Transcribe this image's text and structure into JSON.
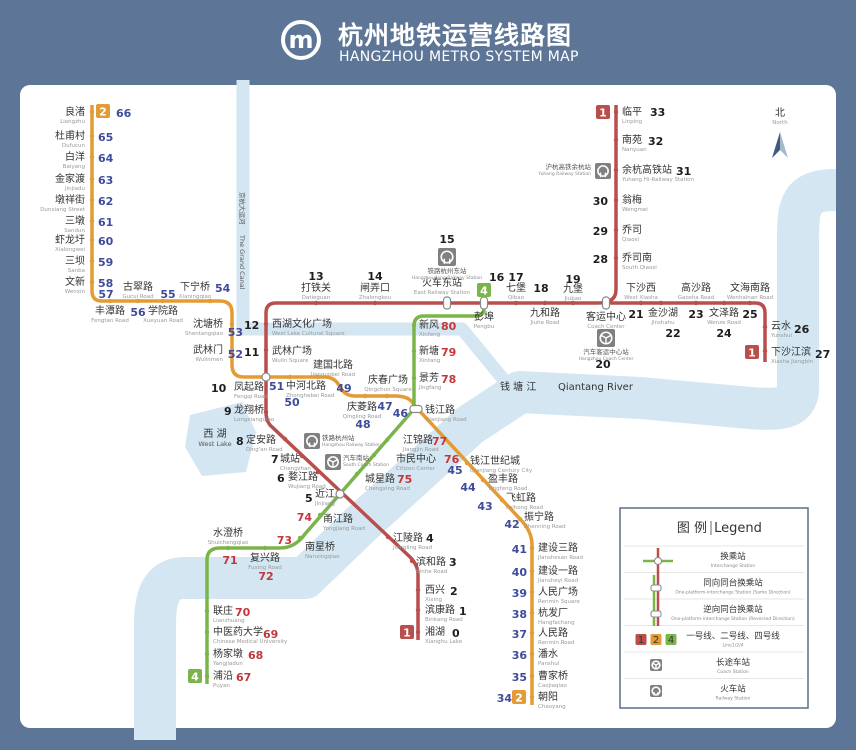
{
  "header": {
    "logo_text": "m",
    "title_zh": "杭州地铁运营线路图",
    "title_en": "HANGZHOU METRO SYSTEM MAP"
  },
  "colors": {
    "line1": "#b94f4c",
    "line2": "#e59b34",
    "line4": "#7bb54a",
    "water": "#d3e6f1",
    "background": "#5d7596",
    "num1": "#1e1e1e",
    "num2": "#3e4c9c",
    "num4": "#c3363a"
  },
  "compass": {
    "zh": "北",
    "en": "North"
  },
  "water": {
    "canal_zh": "京杭大运河",
    "canal_en": "The Grand Canal",
    "river_zh": "钱 塘 江",
    "river_en": "Qiantang River",
    "lake_zh": "西 湖",
    "lake_en": "West Lake"
  },
  "badges": {
    "line1": "1",
    "line2": "2",
    "line4": "4"
  },
  "lines": {
    "line1": [
      {
        "num": "0",
        "zh": "湘湖",
        "en": "Xianghu Lake"
      },
      {
        "num": "1",
        "zh": "滨康路",
        "en": "Binkang Road"
      },
      {
        "num": "2",
        "zh": "西兴",
        "en": "Xixing"
      },
      {
        "num": "3",
        "zh": "滨和路",
        "en": "Binhe Road"
      },
      {
        "num": "4",
        "zh": "江陵路",
        "en": "Jiangling Road"
      },
      {
        "num": "5",
        "zh": "近江",
        "en": "Jinjiang"
      },
      {
        "num": "6",
        "zh": "婺江路",
        "en": "Wujiang Road"
      },
      {
        "num": "7",
        "zh": "城站",
        "en": "Chengzhan"
      },
      {
        "num": "8",
        "zh": "定安路",
        "en": "Ding'an Road"
      },
      {
        "num": "9",
        "zh": "龙翔桥",
        "en": "Longxiangqiao"
      },
      {
        "num": "10",
        "zh": "凤起路",
        "en": "Fengqi Road"
      },
      {
        "num": "11",
        "zh": "武林广场",
        "en": "Wulin Square"
      },
      {
        "num": "12",
        "zh": "西湖文化广场",
        "en": "West Lake Cultural Square"
      },
      {
        "num": "13",
        "zh": "打铁关",
        "en": "Datieguan"
      },
      {
        "num": "14",
        "zh": "闸弄口",
        "en": "Zhalongkou"
      },
      {
        "num": "15",
        "zh": "火车东站",
        "en": "East Railway Station"
      },
      {
        "num": "16",
        "zh": "彭埠",
        "en": "Pengbu"
      },
      {
        "num": "17",
        "zh": "七堡",
        "en": "Qibao"
      },
      {
        "num": "18",
        "zh": "九和路",
        "en": "Jiuhe Road"
      },
      {
        "num": "19",
        "zh": "九堡",
        "en": "Jiubao"
      },
      {
        "num": "20",
        "zh": "客运中心",
        "en": "Coach Center"
      },
      {
        "num": "21",
        "zh": "下沙西",
        "en": "West Xiasha"
      },
      {
        "num": "22",
        "zh": "金沙湖",
        "en": "Jinshahu"
      },
      {
        "num": "23",
        "zh": "高沙路",
        "en": "Gaosha Road"
      },
      {
        "num": "24",
        "zh": "文泽路",
        "en": "Wenze Road"
      },
      {
        "num": "25",
        "zh": "文海南路",
        "en": "Wenhainan Road"
      },
      {
        "num": "26",
        "zh": "云水",
        "en": "Yunshui"
      },
      {
        "num": "27",
        "zh": "下沙江滨",
        "en": "Xiasha Jiangbin"
      },
      {
        "num": "28",
        "zh": "乔司南",
        "en": "South Qiaosi"
      },
      {
        "num": "29",
        "zh": "乔司",
        "en": "Qiaosi"
      },
      {
        "num": "30",
        "zh": "翁梅",
        "en": "Wengmei"
      },
      {
        "num": "31",
        "zh": "余杭高铁站",
        "en": "Yuhang Hi-Railway Station"
      },
      {
        "num": "32",
        "zh": "南苑",
        "en": "Nanyuan"
      },
      {
        "num": "33",
        "zh": "临平",
        "en": "Linping"
      }
    ],
    "line2": [
      {
        "num": "34",
        "zh": "朝阳",
        "en": "Chaoyang"
      },
      {
        "num": "35",
        "zh": "曹家桥",
        "en": "Caojiaqiao"
      },
      {
        "num": "36",
        "zh": "潘水",
        "en": "Panshui"
      },
      {
        "num": "37",
        "zh": "人民路",
        "en": "Renmin Road"
      },
      {
        "num": "38",
        "zh": "杭发厂",
        "en": "Hangfachang"
      },
      {
        "num": "39",
        "zh": "人民广场",
        "en": "Renmin Square"
      },
      {
        "num": "40",
        "zh": "建设一路",
        "en": "Jiansheyi Road"
      },
      {
        "num": "41",
        "zh": "建设三路",
        "en": "Jianshesan Road"
      },
      {
        "num": "42",
        "zh": "振宁路",
        "en": "Zhenning Road"
      },
      {
        "num": "43",
        "zh": "飞虹路",
        "en": "Feihong Road"
      },
      {
        "num": "44",
        "zh": "盈丰路",
        "en": "Yingfeng Road"
      },
      {
        "num": "45",
        "zh": "钱江世纪城",
        "en": "Qianjiang Century City"
      },
      {
        "num": "46",
        "zh": "钱江路",
        "en": "Qianjiang Road"
      },
      {
        "num": "47",
        "zh": "庆春广场",
        "en": "Qingchun Square"
      },
      {
        "num": "48",
        "zh": "庆菱路",
        "en": "Qingling Road"
      },
      {
        "num": "49",
        "zh": "建国北路",
        "en": "Jianguobei Road"
      },
      {
        "num": "50",
        "zh": "中河北路",
        "en": "Zhonghebei Road"
      },
      {
        "num": "51"
      },
      {
        "num": "52",
        "zh": "武林门",
        "en": "Wulinmen"
      },
      {
        "num": "53",
        "zh": "沈塘桥",
        "en": "Shentangqiao"
      },
      {
        "num": "54",
        "zh": "下宁桥",
        "en": "Xianingqiao"
      },
      {
        "num": "55",
        "zh": "学院路",
        "en": "Xueyuan Road"
      },
      {
        "num": "56",
        "zh": "古翠路",
        "en": "Gucui Road"
      },
      {
        "num": "57",
        "zh": "丰潭路",
        "en": "Fengtan Road"
      },
      {
        "num": "58",
        "zh": "文新",
        "en": "Wenxin"
      },
      {
        "num": "59",
        "zh": "三坝",
        "en": "Sanba"
      },
      {
        "num": "60",
        "zh": "虾龙圩",
        "en": "Xialongwei"
      },
      {
        "num": "61",
        "zh": "三墩",
        "en": "Sandun"
      },
      {
        "num": "62",
        "zh": "墩祥街",
        "en": "Dunxiang Street"
      },
      {
        "num": "63",
        "zh": "金家渡",
        "en": "Jinjiadu"
      },
      {
        "num": "64",
        "zh": "白洋",
        "en": "Baiyang"
      },
      {
        "num": "65",
        "zh": "杜甫村",
        "en": "Dufucun"
      },
      {
        "num": "66",
        "zh": "良渚",
        "en": "Liangzhu"
      }
    ],
    "line4": [
      {
        "num": "67",
        "zh": "浦沿",
        "en": "Puyan"
      },
      {
        "num": "68",
        "zh": "杨家墩",
        "en": "Yangjiadun"
      },
      {
        "num": "69",
        "zh": "中医药大学",
        "en": "Chinese Medical University"
      },
      {
        "num": "70",
        "zh": "联庄",
        "en": "Lianzhuang"
      },
      {
        "num": "71",
        "zh": "水澄桥",
        "en": "Shuichengqiao"
      },
      {
        "num": "72",
        "zh": "复兴路",
        "en": "Fuxing Road"
      },
      {
        "num": "73",
        "zh": "南星桥",
        "en": "Nanxingqiao"
      },
      {
        "num": "74",
        "zh": "甬江路",
        "en": "Yongjiang Road"
      },
      {
        "num": "75",
        "zh": "城星路",
        "en": "Chengxing Road"
      },
      {
        "num": "76",
        "zh": "市民中心",
        "en": "Citizen Center"
      },
      {
        "num": "77",
        "zh": "江锦路",
        "en": "Jiangjin Road"
      },
      {
        "num": "78",
        "zh": "景芳",
        "en": "Jingfang"
      },
      {
        "num": "79",
        "zh": "新塘",
        "en": "Xintang"
      },
      {
        "num": "80",
        "zh": "新风",
        "en": "Xinfeng"
      }
    ]
  },
  "hubs": [
    {
      "icon": "railway-station-icon",
      "zh": "铁路杭州东站",
      "en": "Hangzhoudong Railway Station"
    },
    {
      "icon": "railway-station-icon",
      "zh": "沪杭高铁余杭站",
      "en": "Yuhang Railway Station"
    },
    {
      "icon": "railway-station-icon",
      "zh": "铁路杭州站",
      "en": "Hangzhou Railway Station"
    },
    {
      "icon": "coach-station-icon",
      "zh": "汽车南站",
      "en": "South Coach Station"
    },
    {
      "icon": "coach-station-icon",
      "zh": "汽车客运中心站",
      "en": "Hangzhou Coach Center"
    }
  ],
  "legend": {
    "title_zh": "图 例",
    "title_en": "Legend",
    "items": [
      {
        "zh": "换乘站",
        "en": "Interchange Station"
      },
      {
        "zh": "同向同台换乘站",
        "en": "One-platform-interchange Station (Same Direction)"
      },
      {
        "zh": "逆向同台换乘站",
        "en": "One-platform-interchange Station (Reversed Direction)"
      },
      {
        "zh": "一号线、二号线、四号线",
        "en": "Line1/2/4"
      },
      {
        "zh": "长途车站",
        "en": "Coach Station"
      },
      {
        "zh": "火车站",
        "en": "Railway Station"
      }
    ]
  }
}
